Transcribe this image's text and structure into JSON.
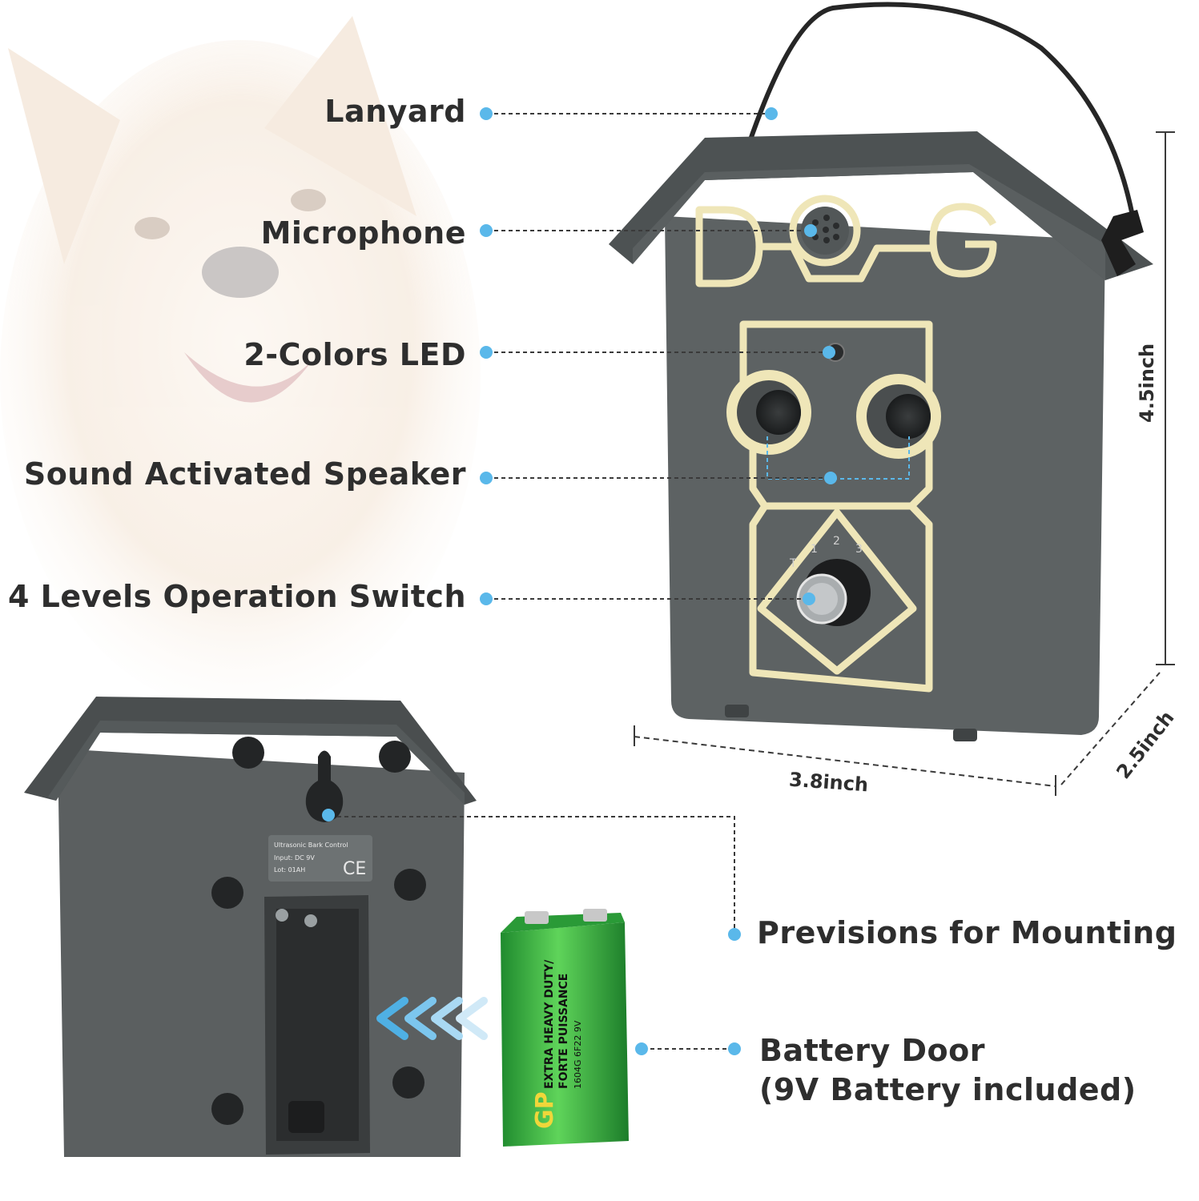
{
  "labels": {
    "lanyard": "Lanyard",
    "microphone": "Microphone",
    "led": "2-Colors LED",
    "speaker": "Sound Activated Speaker",
    "switch": "4 Levels Operation Switch",
    "mounting": "Previsions for Mounting",
    "battery_line1": "Battery Door",
    "battery_line2": "(9V Battery included)"
  },
  "dimensions": {
    "height": "4.5inch",
    "width": "3.8inch",
    "depth": "2.5inch"
  },
  "device_logo": "DOG",
  "sticker": {
    "line1": "Ultrasonic Bark Control",
    "line2": "Input: DC 9V",
    "line3": "Lot: 01AH"
  },
  "battery_label": {
    "brand": "GP",
    "line1": "EXTRA HEAVY DUTY/",
    "line2": "FORTE PUISSANCE",
    "line3": "1604G 6F22 9V"
  },
  "knob_levels": [
    "T",
    "1",
    "2",
    "3"
  ],
  "colors": {
    "device_body": "#5d6263",
    "device_dark": "#4d5253",
    "gold_trim": "#efe6b8",
    "dot_blue": "#5ab8ea",
    "battery_green": "#2fae3c"
  }
}
